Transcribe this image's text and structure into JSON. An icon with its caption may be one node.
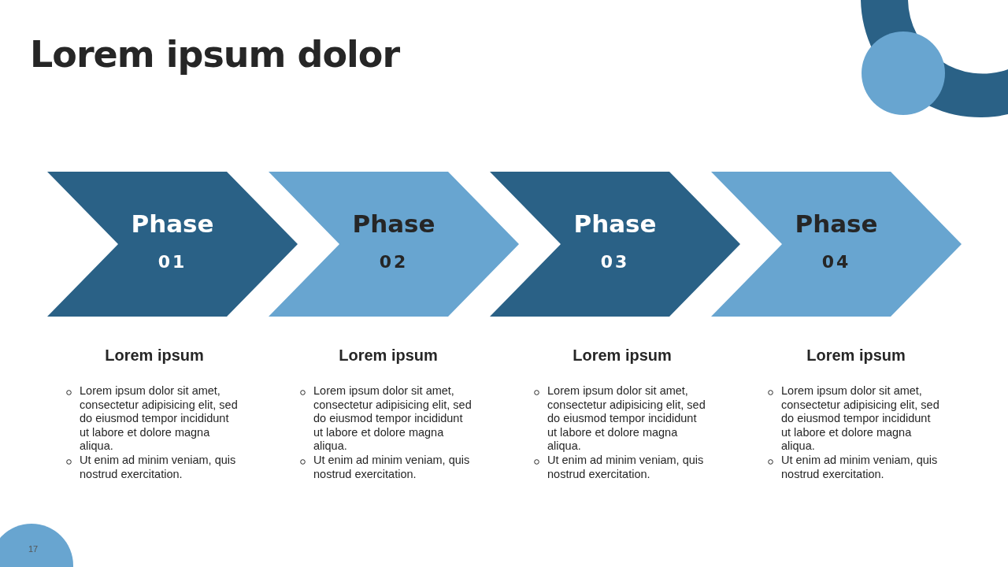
{
  "diagram": {
    "title": "Lorem ipsum dolor",
    "nodes": [
      {
        "text": [
          "Phase",
          "01"
        ]
      },
      {
        "text": [
          "Phase",
          "02"
        ]
      },
      {
        "text": [
          "Phase",
          "03"
        ]
      },
      {
        "text": [
          "Phase",
          "04"
        ]
      }
    ],
    "edges": [],
    "labels": [
      "Lorem ipsum",
      "Lorem ipsum dolor sit amet, consectetur adipisicing elit, sed do eiusmod tempor incididunt ut labore et dolore magna aliqua.",
      "Ut enim ad minim veniam, quis nostrud exercitation.",
      "Lorem ipsum",
      "Lorem ipsum dolor sit amet, consectetur adipisicing elit, sed do eiusmod tempor incididunt ut labore et dolore magna aliqua.",
      "Ut enim ad minim veniam, quis nostrud exercitation.",
      "Lorem ipsum",
      "Lorem ipsum dolor sit amet, consectetur adipisicing elit, sed do eiusmod tempor incididunt ut labore et dolore magna aliqua.",
      "Ut enim ad minim veniam, quis nostrud exercitation.",
      "Lorem ipsum",
      "Lorem ipsum dolor sit amet, consectetur adipisicing elit, sed do eiusmod tempor incididunt ut labore et dolore magna aliqua.",
      "Ut enim ad minim veniam, quis nostrud exercitation.",
      "17"
    ]
  }
}
